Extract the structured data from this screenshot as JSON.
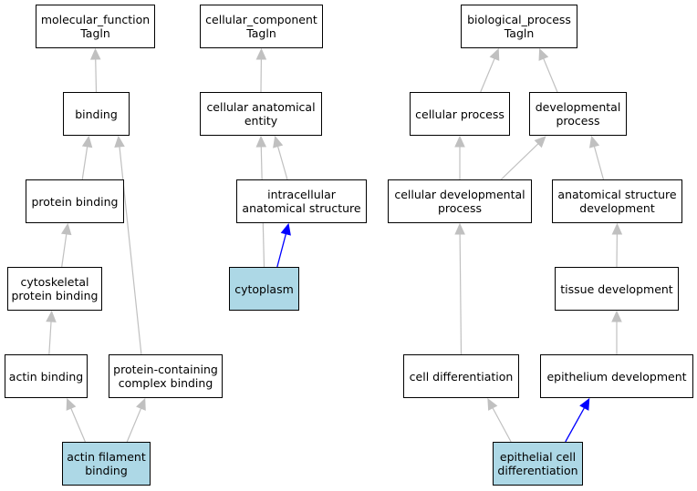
{
  "colors": {
    "edge": "#c0c0c0",
    "edge_highlight": "#0000ff",
    "node_highlight": "#add8e6",
    "node_border": "#000000"
  },
  "nodes": {
    "molecular_function": {
      "label": "molecular_function\nTagln",
      "highlight": false
    },
    "cellular_component": {
      "label": "cellular_component\nTagln",
      "highlight": false
    },
    "biological_process": {
      "label": "biological_process\nTagln",
      "highlight": false
    },
    "binding": {
      "label": "binding",
      "highlight": false
    },
    "cellular_anatomical_entity": {
      "label": "cellular anatomical\nentity",
      "highlight": false
    },
    "cellular_process": {
      "label": "cellular process",
      "highlight": false
    },
    "developmental_process": {
      "label": "developmental\nprocess",
      "highlight": false
    },
    "protein_binding": {
      "label": "protein binding",
      "highlight": false
    },
    "intracellular_anatomical_structure": {
      "label": "intracellular\nanatomical structure",
      "highlight": false
    },
    "cellular_developmental_process": {
      "label": "cellular developmental\nprocess",
      "highlight": false
    },
    "anatomical_structure_development": {
      "label": "anatomical structure\ndevelopment",
      "highlight": false
    },
    "cytoskeletal_protein_binding": {
      "label": "cytoskeletal\nprotein binding",
      "highlight": false
    },
    "cytoplasm": {
      "label": "cytoplasm",
      "highlight": true
    },
    "tissue_development": {
      "label": "tissue development",
      "highlight": false
    },
    "actin_binding": {
      "label": "actin binding",
      "highlight": false
    },
    "protein_containing_complex_binding": {
      "label": "protein-containing\ncomplex binding",
      "highlight": false
    },
    "cell_differentiation": {
      "label": "cell differentiation",
      "highlight": false
    },
    "epithelium_development": {
      "label": "epithelium development",
      "highlight": false
    },
    "actin_filament_binding": {
      "label": "actin filament\nbinding",
      "highlight": true
    },
    "epithelial_cell_differentiation": {
      "label": "epithelial cell\ndifferentiation",
      "highlight": true
    }
  },
  "edges": [
    {
      "from": "binding",
      "to": "molecular_function",
      "highlight": false
    },
    {
      "from": "protein_binding",
      "to": "binding",
      "highlight": false
    },
    {
      "from": "cytoskeletal_protein_binding",
      "to": "protein_binding",
      "highlight": false
    },
    {
      "from": "actin_binding",
      "to": "cytoskeletal_protein_binding",
      "highlight": false
    },
    {
      "from": "actin_filament_binding",
      "to": "actin_binding",
      "highlight": false
    },
    {
      "from": "actin_filament_binding",
      "to": "protein_containing_complex_binding",
      "highlight": false
    },
    {
      "from": "protein_containing_complex_binding",
      "to": "binding",
      "highlight": false
    },
    {
      "from": "cellular_anatomical_entity",
      "to": "cellular_component",
      "highlight": false
    },
    {
      "from": "intracellular_anatomical_structure",
      "to": "cellular_anatomical_entity",
      "highlight": false
    },
    {
      "from": "cytoplasm",
      "to": "cellular_anatomical_entity",
      "highlight": false
    },
    {
      "from": "cytoplasm",
      "to": "intracellular_anatomical_structure",
      "highlight": true
    },
    {
      "from": "cellular_process",
      "to": "biological_process",
      "highlight": false
    },
    {
      "from": "developmental_process",
      "to": "biological_process",
      "highlight": false
    },
    {
      "from": "cellular_developmental_process",
      "to": "cellular_process",
      "highlight": false
    },
    {
      "from": "cellular_developmental_process",
      "to": "developmental_process",
      "highlight": false
    },
    {
      "from": "anatomical_structure_development",
      "to": "developmental_process",
      "highlight": false
    },
    {
      "from": "tissue_development",
      "to": "anatomical_structure_development",
      "highlight": false
    },
    {
      "from": "epithelium_development",
      "to": "tissue_development",
      "highlight": false
    },
    {
      "from": "cell_differentiation",
      "to": "cellular_developmental_process",
      "highlight": false
    },
    {
      "from": "epithelial_cell_differentiation",
      "to": "cell_differentiation",
      "highlight": false
    },
    {
      "from": "epithelial_cell_differentiation",
      "to": "epithelium_development",
      "highlight": true
    }
  ]
}
